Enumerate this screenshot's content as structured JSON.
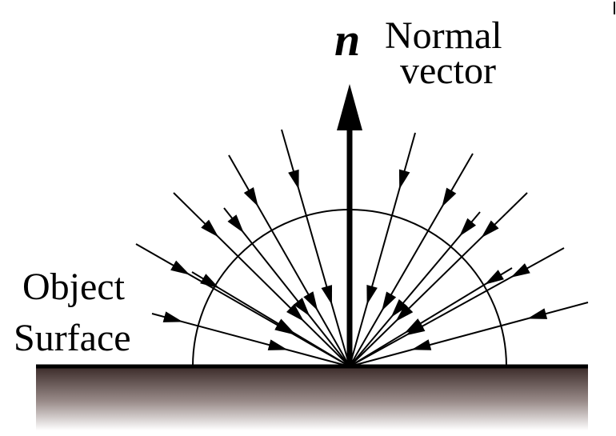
{
  "labels": {
    "normal_symbol": "n",
    "normal_line1": "Normal",
    "normal_line2": "vector",
    "surface_line1": "Object",
    "surface_line2": "Surface"
  },
  "colors": {
    "ink": "#000000",
    "surface_top": "#3a2a28",
    "surface_bottom": "#ffffff"
  },
  "incoming_ray_count": 14,
  "marks": {
    "top_right_tick": ""
  }
}
